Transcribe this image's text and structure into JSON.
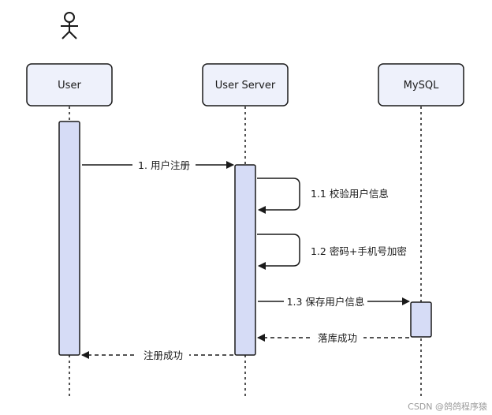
{
  "participants": [
    {
      "id": "user",
      "label": "User"
    },
    {
      "id": "user_server",
      "label": "User Server"
    },
    {
      "id": "mysql",
      "label": "MySQL"
    }
  ],
  "messages": [
    {
      "id": "m1",
      "label": "1. 用户注册"
    },
    {
      "id": "m1_1",
      "label": "1.1 校验用户信息"
    },
    {
      "id": "m1_2",
      "label": "1.2 密码+手机号加密"
    },
    {
      "id": "m1_3",
      "label": "1.3 保存用户信息"
    },
    {
      "id": "r_db",
      "label": "落库成功"
    },
    {
      "id": "r_user",
      "label": "注册成功"
    }
  ],
  "watermark": "CSDN @鸽鸽程序猿",
  "colors": {
    "box_fill": "#eef1fb",
    "activation_fill": "#d6dcf6",
    "stroke": "#1a1a1a"
  },
  "icons": {
    "actor": "stick-figure-icon"
  }
}
